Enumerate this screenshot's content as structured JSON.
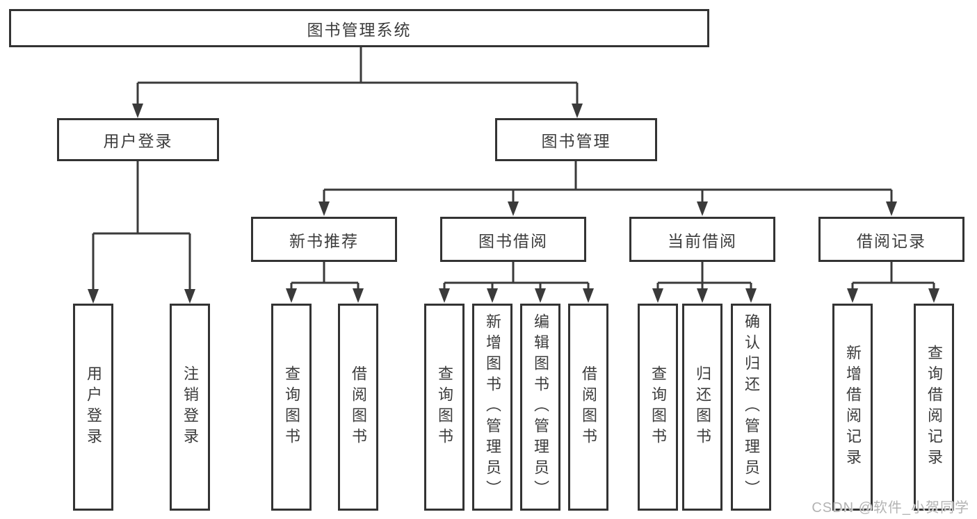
{
  "colors": {
    "line": "#3a3a3a",
    "box_border": "#333333",
    "text": "#3c3c3c",
    "background": "#ffffff",
    "watermark": "#b3b3b3"
  },
  "watermark": {
    "text": "CSDN @软件_小贺同学"
  },
  "tree": {
    "root": {
      "label": "图书管理系统"
    },
    "branches": [
      {
        "label": "用户登录",
        "children": [
          {
            "label": "用户登录"
          },
          {
            "label": "注销登录"
          }
        ]
      },
      {
        "label": "图书管理",
        "children": [
          {
            "label": "新书推荐",
            "children": [
              {
                "label": "查询图书"
              },
              {
                "label": "借阅图书"
              }
            ]
          },
          {
            "label": "图书借阅",
            "children": [
              {
                "label": "查询图书"
              },
              {
                "label": "新增图书（管理员）"
              },
              {
                "label": "编辑图书（管理员）"
              },
              {
                "label": "借阅图书"
              }
            ]
          },
          {
            "label": "当前借阅",
            "children": [
              {
                "label": "查询图书"
              },
              {
                "label": "归还图书"
              },
              {
                "label": "确认归还（管理员）"
              }
            ]
          },
          {
            "label": "借阅记录",
            "children": [
              {
                "label": "新增借阅记录"
              },
              {
                "label": "查询借阅记录"
              }
            ]
          }
        ]
      }
    ]
  }
}
